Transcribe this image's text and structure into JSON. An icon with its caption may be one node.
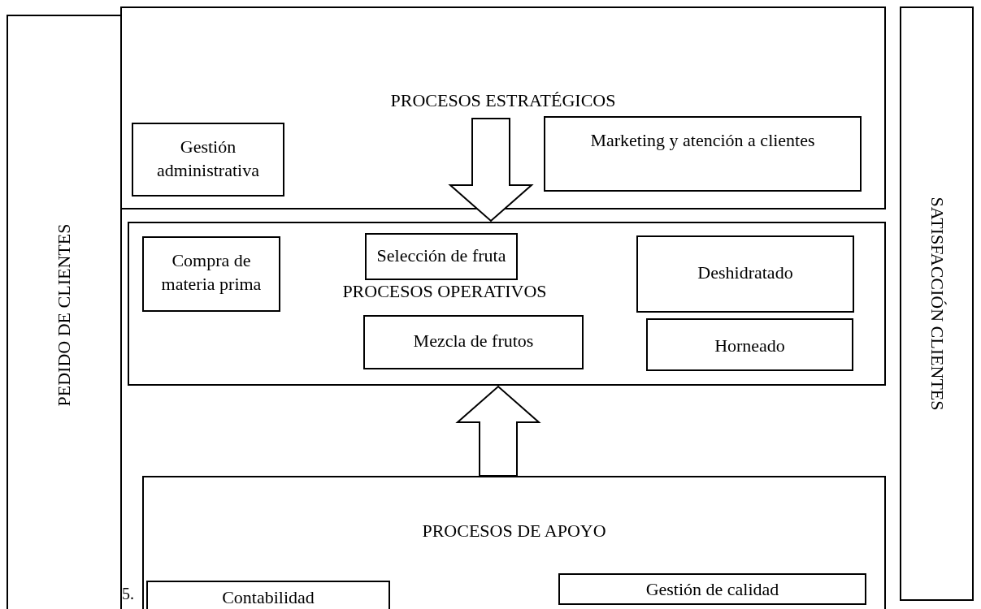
{
  "diagram": {
    "nodes": [
      {
        "text": [
          "PEDIDO DE CLIENTES"
        ]
      },
      {
        "text": [
          "PROCESOS ESTRATÉGICOS"
        ]
      },
      {
        "text": [
          "Gestión administrativa"
        ],
        "in": 1
      },
      {
        "text": [
          "Marketing y atención a clientes"
        ],
        "in": 1
      },
      {
        "text": [
          "PROCESOS OPERATIVOS"
        ]
      },
      {
        "text": [
          "Compra de materia prima"
        ],
        "in": 4
      },
      {
        "text": [
          "Selección de fruta"
        ],
        "in": 4
      },
      {
        "text": [
          "Deshidratado"
        ],
        "in": 4
      },
      {
        "text": [
          "Mezcla de frutos"
        ],
        "in": 4
      },
      {
        "text": [
          "Horneado"
        ],
        "in": 4
      },
      {
        "text": [
          "PROCESOS DE APOYO"
        ]
      },
      {
        "text": [
          "Contabilidad"
        ],
        "in": 10
      },
      {
        "text": [
          "Gestión de calidad"
        ],
        "in": 10
      },
      {
        "text": [
          "SATISFACCIÓN CLIENTES"
        ]
      }
    ],
    "edges": [
      {
        "from": 1,
        "to": 4,
        "arrow": "to"
      },
      {
        "from": 10,
        "to": 4,
        "arrow": "to"
      }
    ],
    "labels": [
      "5."
    ]
  }
}
